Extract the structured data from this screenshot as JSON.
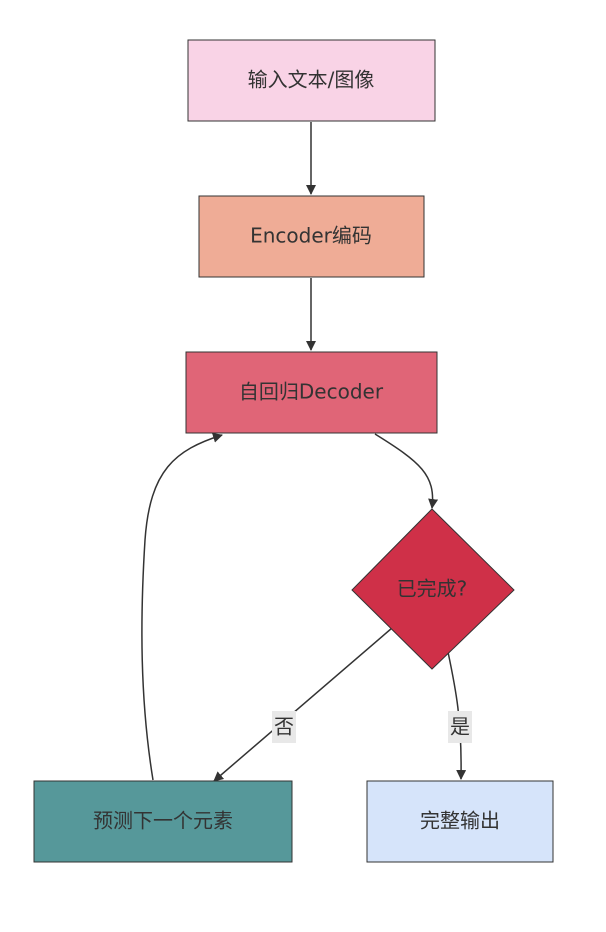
{
  "diagram": {
    "nodes": {
      "input": {
        "label": "输入文本/图像",
        "fill": "#f9d3e6"
      },
      "encoder": {
        "label": "Encoder编码",
        "fill": "#efac96"
      },
      "decoder": {
        "label": "自回归Decoder",
        "fill": "#e06577"
      },
      "check": {
        "label": "已完成?",
        "fill": "#cf3048"
      },
      "predict": {
        "label": "预测下一个元素",
        "fill": "#56989a"
      },
      "output": {
        "label": "完整输出",
        "fill": "#d6e4fa"
      }
    },
    "edges": {
      "no_label": "否",
      "yes_label": "是"
    },
    "colors": {
      "stroke": "#333333",
      "edge_label_bg": "#e8e8e8"
    }
  }
}
